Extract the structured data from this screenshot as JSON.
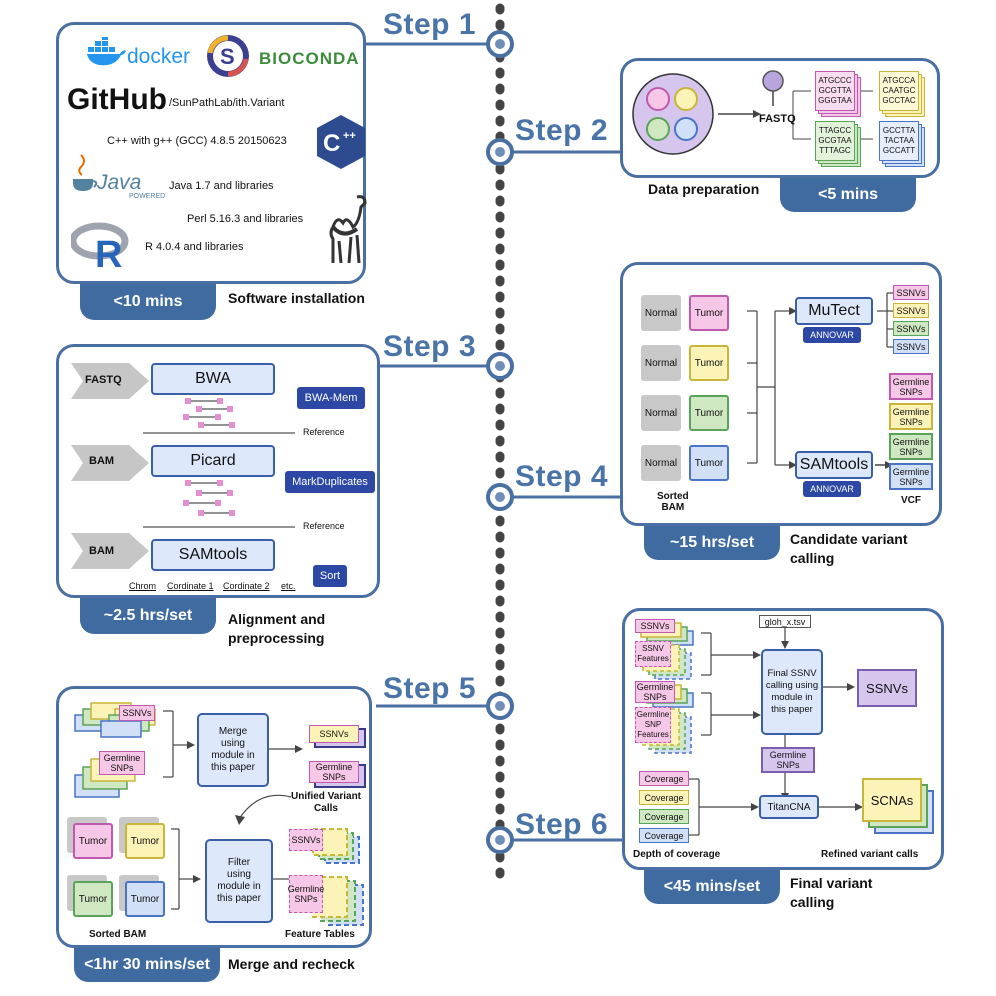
{
  "steps": {
    "s1": "Step 1",
    "s2": "Step 2",
    "s3": "Step 3",
    "s4": "Step 4",
    "s5": "Step 5",
    "s6": "Step 6"
  },
  "colors": {
    "accent": "#3f6ba1",
    "panel_border": "#4a6fa3",
    "step_text": "#4a74a8",
    "pink": "#f3c6e4",
    "yellow": "#fbf3b8",
    "green": "#cfe8c2",
    "blue": "#d2e0f7",
    "purple": "#d6c6ee"
  },
  "panel1": {
    "docker": "docker",
    "bioconda": "BIOCONDA",
    "github": "GitHub",
    "github_repo": "/SunPathLab/ith.Variant",
    "cpp": "C++ with g++ (GCC) 4.8.5 20150623",
    "java_logo": "Java",
    "java_powered": "POWERED",
    "java": "Java 1.7 and libraries",
    "perl": "Perl 5.16.3 and libraries",
    "r_logo": "R",
    "r": "R 4.0.4 and libraries",
    "time": "<10 mins",
    "caption": "Software installation"
  },
  "panel2": {
    "fastq": "FASTQ",
    "seq1": [
      "ATGCCC",
      "GCGTTA",
      "GGGTAA"
    ],
    "seq2": [
      "ATGCCA",
      "CAATGC",
      "GCCTAC"
    ],
    "seq3": [
      "TTAGCC",
      "GCGTAA",
      "TTTAGC"
    ],
    "seq4": [
      "GCCTTA",
      "TACTAA",
      "GCCATT"
    ],
    "caption": "Data preparation",
    "time": "<5 mins"
  },
  "panel3": {
    "fastq": "FASTQ",
    "bwa": "BWA",
    "bwa_mem": "BWA-Mem",
    "reference": "Reference",
    "bam1": "BAM",
    "picard": "Picard",
    "markdup": "MarkDuplicates",
    "bam2": "BAM",
    "samtools": "SAMtools",
    "sort": "Sort",
    "cols": [
      "Chrom",
      "Cordinate 1",
      "Cordinate 2",
      "etc."
    ],
    "time": "~2.5 hrs/set",
    "caption": "Alignment and\npreprocessing"
  },
  "panel4": {
    "normal": "Normal",
    "tumor": "Tumor",
    "sorted_bam": "Sorted\nBAM",
    "mutect": "MuTect",
    "annovar": "ANNOVAR",
    "samtools": "SAMtools",
    "ssnvs": "SSNVs",
    "germline": "Germline\nSNPs",
    "vcf": "VCF",
    "time": "~15 hrs/set",
    "caption": "Candidate variant\ncalling"
  },
  "panel5": {
    "ssnvs": "SSNVs",
    "germline": "Germline\nSNPs",
    "merge": "Merge\nusing\nmodule in\nthis paper",
    "unified": "Unified Variant\nCalls",
    "tumor": "Tumor",
    "sorted_bam": "Sorted BAM",
    "filter": "Filter\nusing\nmodule in\nthis paper",
    "feature_tables": "Feature Tables",
    "time": "<1hr 30 mins/set",
    "caption": "Merge and recheck"
  },
  "panel6": {
    "ssnvs": "SSNVs",
    "ssnv_features": "SSNV\nFeatures",
    "germline": "Germline\nSNPs",
    "germline_features": "Germline\nSNP\nFeatures",
    "gloh": "gloh_x.tsv",
    "final": "Final SSNV\ncalling using\nmodule in\nthis paper",
    "out_ssnvs": "SSNVs",
    "germline_out": "Germline\nSNPs",
    "coverage": "Coverage",
    "titancna": "TitanCNA",
    "scnas": "SCNAs",
    "depth": "Depth of coverage",
    "refined": "Refined variant calls",
    "time": "<45 mins/set",
    "caption": "Final variant\ncalling"
  }
}
